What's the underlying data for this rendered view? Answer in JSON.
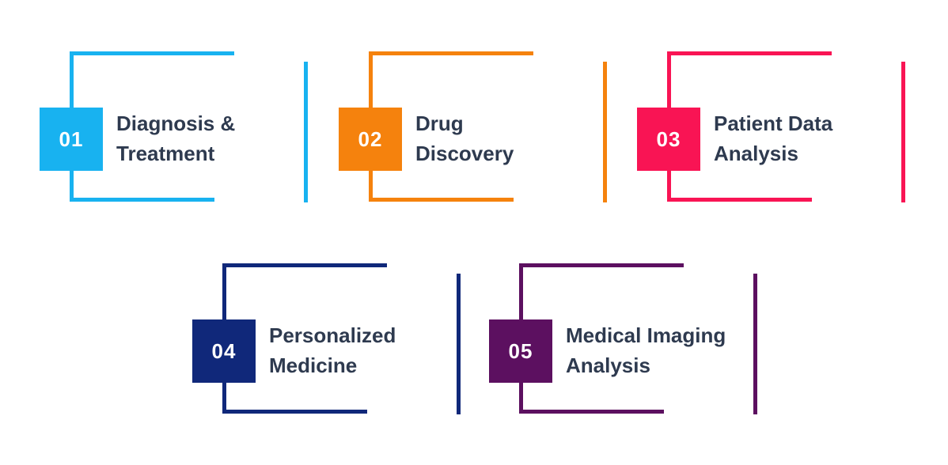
{
  "items": [
    {
      "number": "01",
      "lines": [
        "Diagnosis &",
        "Treatment"
      ],
      "color": "#18B2F0"
    },
    {
      "number": "02",
      "lines": [
        "Drug",
        "Discovery"
      ],
      "color": "#F5820D"
    },
    {
      "number": "03",
      "lines": [
        "Patient Data",
        "Analysis"
      ],
      "color": "#F91454"
    },
    {
      "number": "04",
      "lines": [
        "Personalized",
        "Medicine"
      ],
      "color": "#10287A"
    },
    {
      "number": "05",
      "lines": [
        "Medical Imaging",
        "Analysis"
      ],
      "color": "#5C1060"
    }
  ],
  "text_color": "#2E3A4F",
  "background": "#FFFFFF"
}
